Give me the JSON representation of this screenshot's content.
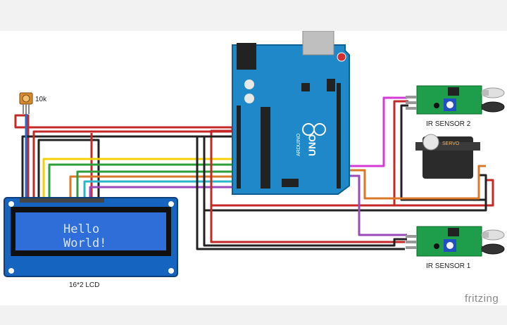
{
  "components": {
    "potentiometer": {
      "label": "10k",
      "icon": "potentiometer-icon"
    },
    "lcd": {
      "label": "16*2 LCD",
      "line1": "Hello",
      "line2": "World!",
      "backlight_color": "#2f6ed8"
    },
    "arduino": {
      "board_text": "UNO",
      "brand_text": "ARDUINO",
      "board_color": "#1e88c9"
    },
    "ir_sensor_2": {
      "label": "IR SENSOR 2"
    },
    "ir_sensor_1": {
      "label": "IR SENSOR 1"
    },
    "servo": {
      "label": "SERVO"
    }
  },
  "footer": {
    "brand": "fritzing"
  },
  "wire_colors": {
    "red": "#c62828",
    "black": "#222222",
    "yellow": "#f5d000",
    "green": "#2e9e3a",
    "cyan": "#29b6c8",
    "orange": "#d9782b",
    "magenta": "#d63ad6",
    "purple": "#9a4ab8"
  }
}
